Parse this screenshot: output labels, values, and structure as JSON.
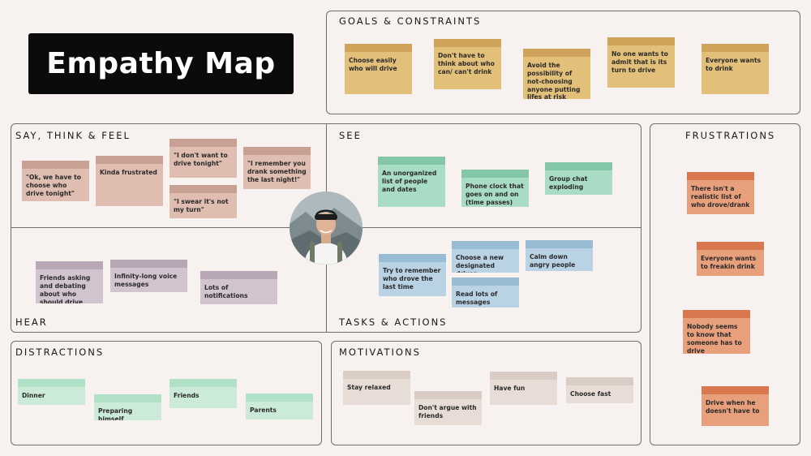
{
  "title": "Empathy Map",
  "sections": {
    "goals": "GOALS & CONSTRAINTS",
    "say": "SAY, THINK & FEEL",
    "see": "SEE",
    "frustrations": "FRUSTRATIONS",
    "hear": "HEAR",
    "tasks": "TASKS & ACTIONS",
    "distractions": "DISTRACTIONS",
    "motivations": "MOTIVATIONS"
  },
  "notes": {
    "goals": [
      "Choose easily who will drive",
      "Don't have to think about who can/ can't drink",
      "Avoid the possibility of not-choosing anyone putting lifes at risk",
      "No one wants to admit that is its turn to drive",
      "Everyone wants to drink"
    ],
    "say": [
      "\"Ok, we have to choose who drive tonight\"",
      "Kinda frustrated",
      "\"I don't want to drive tonight\"",
      "\"I swear it's not my turn\"",
      "\"I remember you drank something the last night!\""
    ],
    "see": [
      "An unorganized list of people and dates",
      "Phone clock that goes on and on (time passes)",
      "Group chat exploding"
    ],
    "hear": [
      "Friends asking and debating about who should drive",
      "Infinity-long voice messages",
      "Lots of notifications"
    ],
    "tasks": [
      "Try to remember who drove the last time",
      "Choose a new designated driver",
      "Read lots of messages",
      "Calm down angry people"
    ],
    "frustrations": [
      "There isn't a realistic list of who drove/drank",
      "Everyone wants to freakin drink",
      "Nobody seems to know that someone has to drive",
      "Drive when he doesn't have to"
    ],
    "distractions": [
      "Dinner",
      "Preparing himself",
      "Friends",
      "Parents"
    ],
    "motivations": [
      "Stay relaxed",
      "Don't argue with friends",
      "Have fun",
      "Choose fast"
    ]
  },
  "colors": {
    "background": "#f7f1ef",
    "title_bg": "#0b0b0b",
    "goals_note": "#e3c07a",
    "goals_head": "#cfa35a",
    "say_note": "#dfbdb0",
    "say_head": "#c9a094",
    "see_note": "#a9dcc4",
    "see_head": "#84c7a6",
    "hear_note": "#d2c4cf",
    "hear_head": "#b8a7b4",
    "tasks_note": "#b9d2e4",
    "tasks_head": "#98bbd4",
    "frustrations_note": "#e8a07c",
    "frustrations_head": "#d9774f",
    "distractions_note": "#cbead8",
    "distractions_head": "#b0e0c6",
    "motivations_note": "#e7dcd6",
    "motivations_head": "#d9ccc4"
  },
  "icons": {
    "avatar": "user-photo-avatar"
  }
}
